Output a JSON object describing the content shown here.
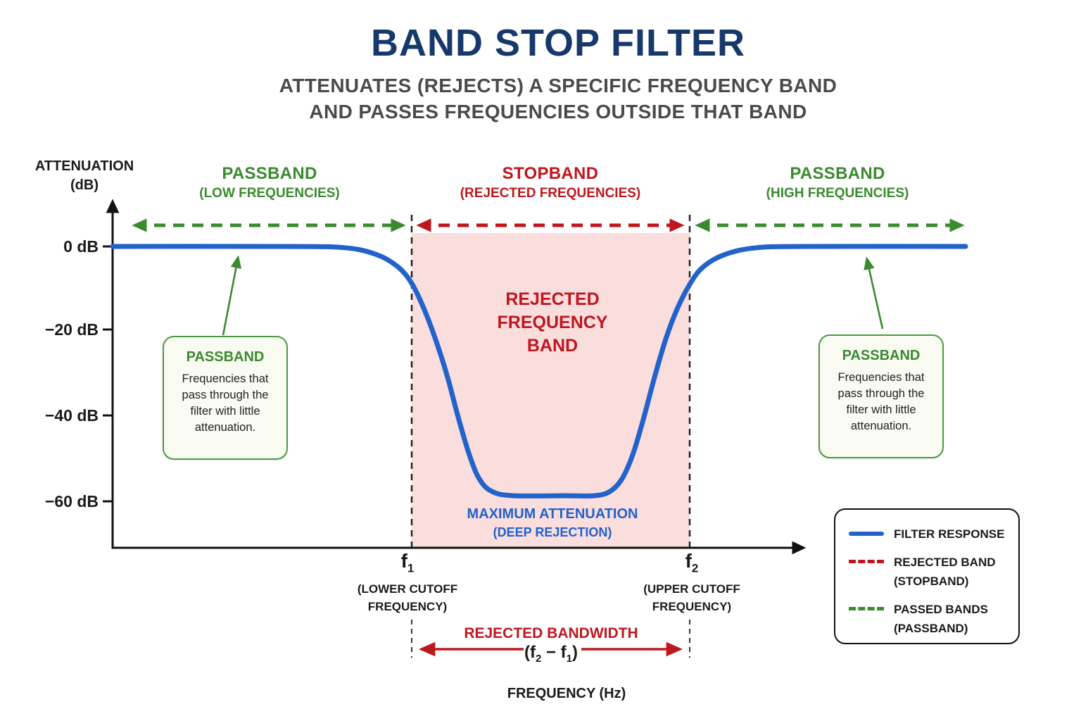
{
  "colors": {
    "navy": "#16386B",
    "gray": "#4A4A4A",
    "green": "#3A8A2F",
    "green-border": "#4A9A44",
    "red": "#BE171E",
    "blue": "#2262CB",
    "pink": "#FADDDD",
    "callout-bg": "#F9FAF2",
    "axis": "#111111"
  },
  "header": {
    "title": "BAND STOP FILTER",
    "subtitle_line1": "ATTENUATES (REJECTS) A SPECIFIC FREQUENCY BAND",
    "subtitle_line2": "AND PASSES FREQUENCIES OUTSIDE THAT BAND"
  },
  "axes": {
    "y_title_line1": "ATTENUATION",
    "y_title_line2": "(dB)",
    "y_ticks": [
      "0 dB",
      "−20 dB",
      "−40 dB",
      "−60 dB"
    ],
    "x_title": "FREQUENCY (Hz)"
  },
  "bands": {
    "passband_low": {
      "title": "PASSBAND",
      "subtitle": "(LOW FREQUENCIES)"
    },
    "stopband": {
      "title": "STOPBAND",
      "subtitle": "(REJECTED FREQUENCIES)"
    },
    "passband_high": {
      "title": "PASSBAND",
      "subtitle": "(HIGH FREQUENCIES)"
    }
  },
  "annotations": {
    "rejected_band": "REJECTED\nFREQUENCY\nBAND",
    "max_attenuation_line1": "MAXIMUM ATTENUATION",
    "max_attenuation_line2": "(DEEP REJECTION)",
    "passband_callout_title": "PASSBAND",
    "passband_callout_body": "Frequencies that\npass through the\nfilter with little\nattenuation.",
    "f1": {
      "base": "f",
      "sub": "1",
      "caption": "(LOWER CUTOFF\nFREQUENCY)"
    },
    "f2": {
      "base": "f",
      "sub": "2",
      "caption": "(UPPER CUTOFF\nFREQUENCY)"
    },
    "bandwidth_title": "REJECTED BANDWIDTH",
    "bandwidth_formula": {
      "open": "(f",
      "sub2": "2",
      "mid": " − f",
      "sub1": "1",
      "close": ")"
    }
  },
  "legend": {
    "items": [
      {
        "label": "FILTER RESPONSE",
        "style": "solid",
        "color": "#2262CB"
      },
      {
        "label": "REJECTED BAND\n(STOPBAND)",
        "style": "dashed",
        "color": "#BE171E"
      },
      {
        "label": "PASSED BANDS\n(PASSBAND)",
        "style": "dashed",
        "color": "#3A8A2F"
      }
    ]
  },
  "chart_data": {
    "type": "line",
    "title": "BAND STOP FILTER",
    "xlabel": "FREQUENCY (Hz)",
    "ylabel": "ATTENUATION (dB)",
    "ylim": [
      -70,
      5
    ],
    "y_tick_values": [
      0,
      -20,
      -40,
      -60
    ],
    "x_markers": [
      {
        "name": "f1",
        "description": "LOWER CUTOFF FREQUENCY",
        "x_frac": 0.351
      },
      {
        "name": "f2",
        "description": "UPPER CUTOFF FREQUENCY",
        "x_frac": 0.677
      }
    ],
    "shaded_region": {
      "from": "f1",
      "to": "f2",
      "label": "REJECTED FREQUENCY BAND"
    },
    "series": [
      {
        "name": "FILTER RESPONSE",
        "points": [
          [
            0.0,
            0
          ],
          [
            0.2,
            0
          ],
          [
            0.272,
            -0.3
          ],
          [
            0.31,
            -2
          ],
          [
            0.335,
            -5
          ],
          [
            0.351,
            -9
          ],
          [
            0.365,
            -15
          ],
          [
            0.378,
            -22
          ],
          [
            0.392,
            -31
          ],
          [
            0.405,
            -41
          ],
          [
            0.418,
            -50
          ],
          [
            0.43,
            -56
          ],
          [
            0.445,
            -59
          ],
          [
            0.47,
            -60
          ],
          [
            0.53,
            -60
          ],
          [
            0.565,
            -60
          ],
          [
            0.583,
            -59
          ],
          [
            0.597,
            -56
          ],
          [
            0.61,
            -50
          ],
          [
            0.623,
            -41
          ],
          [
            0.636,
            -31
          ],
          [
            0.649,
            -22
          ],
          [
            0.662,
            -15
          ],
          [
            0.677,
            -9
          ],
          [
            0.692,
            -5
          ],
          [
            0.717,
            -2
          ],
          [
            0.755,
            -0.3
          ],
          [
            0.82,
            0
          ],
          [
            1.0,
            0
          ]
        ]
      }
    ]
  }
}
